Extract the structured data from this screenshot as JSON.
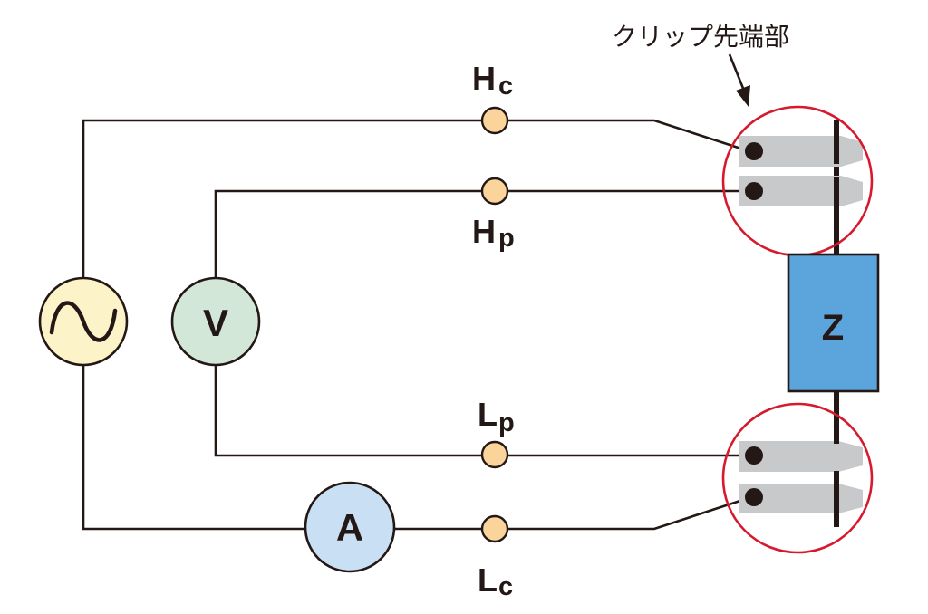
{
  "annotation": {
    "label": "クリップ先端部"
  },
  "components": {
    "ac_source": {
      "symbol": "~",
      "name": "AC source",
      "fill": "#fdf3c8"
    },
    "voltmeter": {
      "label": "V",
      "fill": "#d3e7d9"
    },
    "ammeter": {
      "label": "A",
      "fill": "#c9e0f4"
    },
    "impedance": {
      "label": "Z",
      "fill": "#5ca5dc"
    }
  },
  "terminals": [
    {
      "id": "hc",
      "main": "H",
      "sub": "c"
    },
    {
      "id": "hp",
      "main": "H",
      "sub": "p"
    },
    {
      "id": "lp",
      "main": "L",
      "sub": "p"
    },
    {
      "id": "lc",
      "main": "L",
      "sub": "c"
    }
  ],
  "colors": {
    "wire": "#231815",
    "terminal": "#fbd49b",
    "clip": "#c8c9ca",
    "highlight_circle": "#d7192d"
  }
}
